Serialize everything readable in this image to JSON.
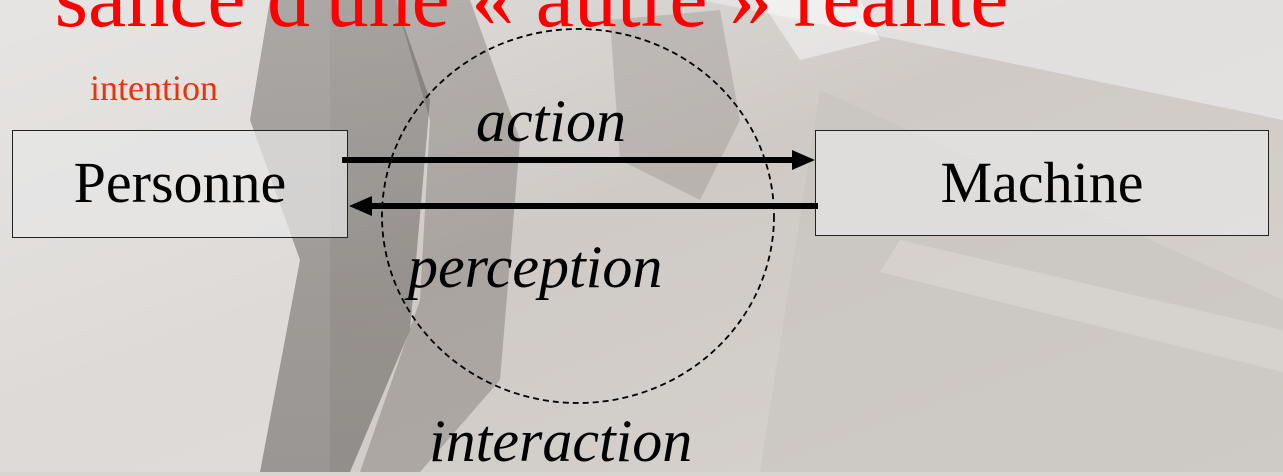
{
  "slide": {
    "title": "sance d'une « autre » réalité",
    "intention_label": "intention",
    "nodes": {
      "personne": "Personne",
      "machine": "Machine"
    },
    "edges": {
      "action": "action",
      "perception": "perception",
      "interaction": "interaction"
    },
    "colors": {
      "title": "#ff0000",
      "intention": "#e8330c",
      "text": "#000000"
    }
  }
}
